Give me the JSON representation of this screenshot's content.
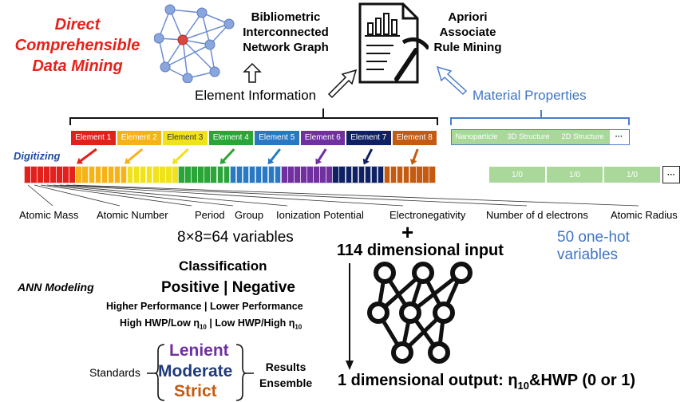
{
  "title": {
    "line1": "Direct",
    "line2": "Comprehensible",
    "line3": "Data Mining"
  },
  "bibliometric": {
    "line1": "Bibliometric",
    "line2": "Interconnected",
    "line3": "Network Graph"
  },
  "apriori": {
    "line1": "Apriori",
    "line2": "Associate",
    "line3": "Rule Mining"
  },
  "element_information": "Element Information",
  "material_properties": "Material Properties",
  "elements": [
    {
      "label": "Element 1",
      "color": "#e3211c"
    },
    {
      "label": "Element 2",
      "color": "#f5b318"
    },
    {
      "label": "Element 3",
      "color": "#f0e21b"
    },
    {
      "label": "Element 4",
      "color": "#2aa538"
    },
    {
      "label": "Element 5",
      "color": "#2878c3"
    },
    {
      "label": "Element 6",
      "color": "#7030a0"
    },
    {
      "label": "Element 7",
      "color": "#0f2163"
    },
    {
      "label": "Element 8",
      "color": "#c55a11"
    }
  ],
  "material_boxes": [
    "Nanoparticle",
    "3D Structure",
    "2D Structure",
    "···"
  ],
  "digitizing": "Digitizing",
  "onehot_cells": [
    "1/0",
    "1/0",
    "1/0",
    "···"
  ],
  "features": [
    "Atomic Mass",
    "Atomic Number",
    "Period",
    "Group",
    "Ionization Potential",
    "Electronegativity",
    "Number of d electrons",
    "Atomic Radius"
  ],
  "variables": "8×8=64 variables",
  "plus": "+",
  "onehot_variables": "50 one-hot variables",
  "input_dim": "114 dimensional input",
  "ann_modeling": "ANN Modeling",
  "classification": {
    "title": "Classification",
    "positive": "Positive",
    "negative": "Negative",
    "separator": "|",
    "higher": "Higher Performance",
    "lower": "Lower Performance",
    "high_hwp": "High HWP/Low η",
    "low_hwp": "Low HWP/High η",
    "subscript": "10"
  },
  "standards": "Standards",
  "criteria": [
    {
      "label": "Lenient",
      "color": "#7030a0"
    },
    {
      "label": "Moderate",
      "color": "#1f3a7a"
    },
    {
      "label": "Strict",
      "color": "#c55a11"
    }
  ],
  "results": {
    "line1": "Results",
    "line2": "Ensemble"
  },
  "output": {
    "prefix": "1 dimensional output: η",
    "subscript": "10",
    "suffix": "&HWP (0 or 1)"
  }
}
